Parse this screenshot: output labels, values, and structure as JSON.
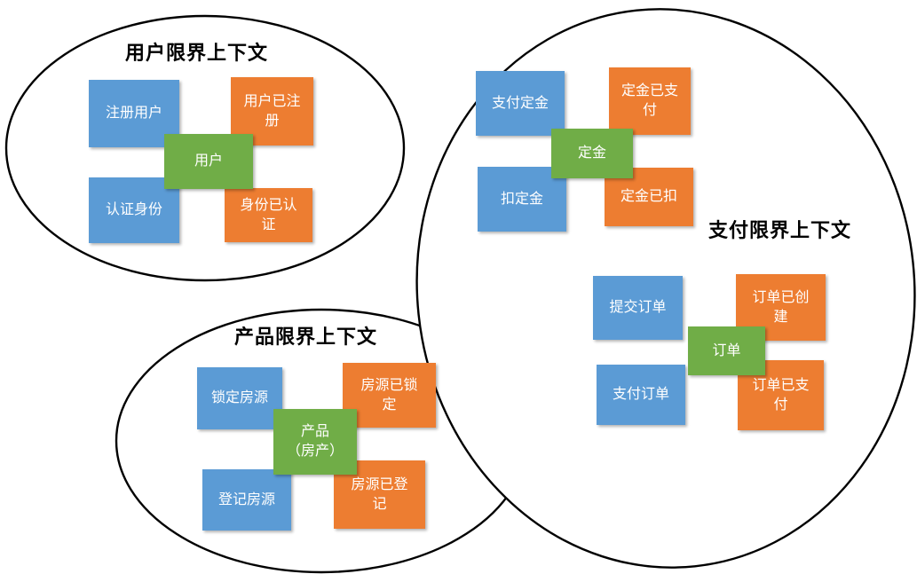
{
  "colors": {
    "command": "#5B9BD5",
    "event": "#ED7D31",
    "aggregate": "#70AD47",
    "outline": "#000000"
  },
  "contexts": [
    {
      "title": "用户限界上下文",
      "aggregate": "用户",
      "commands": [
        "注册用户",
        "认证身份"
      ],
      "events": [
        "用户已注\n册",
        "身份已认\n证"
      ]
    },
    {
      "title": "产品限界上下文",
      "aggregate": "产品\n（房产）",
      "commands": [
        "锁定房源",
        "登记房源"
      ],
      "events": [
        "房源已锁\n定",
        "房源已登\n记"
      ]
    },
    {
      "title": "支付限界上下文",
      "groups": [
        {
          "aggregate": "定金",
          "commands": [
            "支付定金",
            "扣定金"
          ],
          "events": [
            "定金已支\n付",
            "定金已扣"
          ]
        },
        {
          "aggregate": "订单",
          "commands": [
            "提交订单",
            "支付订单"
          ],
          "events": [
            "订单已创\n建",
            "订单已支\n付"
          ]
        }
      ]
    }
  ]
}
